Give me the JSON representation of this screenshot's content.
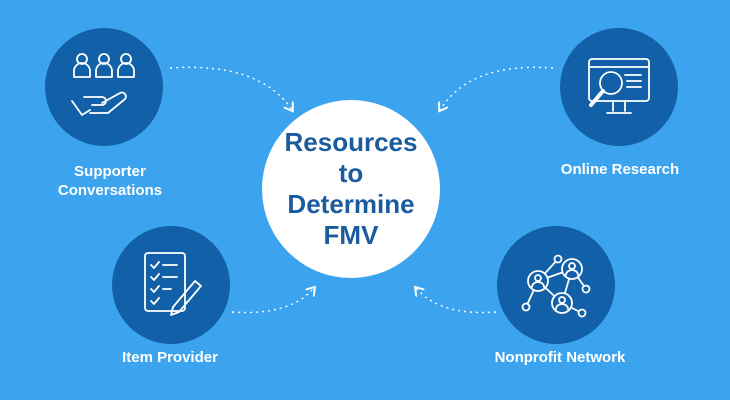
{
  "center": {
    "title_lines": [
      "Resources to",
      "Determine",
      "FMV"
    ]
  },
  "nodes": [
    {
      "label_lines": [
        "Supporter",
        "Conversations"
      ],
      "icon": "people-hand-icon"
    },
    {
      "label_lines": [
        "Online Research"
      ],
      "icon": "monitor-search-icon"
    },
    {
      "label_lines": [
        "Item Provider"
      ],
      "icon": "checklist-pen-icon"
    },
    {
      "label_lines": [
        "Nonprofit Network"
      ],
      "icon": "network-people-icon"
    }
  ],
  "colors": {
    "background": "#3ca4ef",
    "node_fill": "#1160a8",
    "center_fill": "#ffffff",
    "center_text": "#1b5c9e",
    "label_text": "#ffffff"
  }
}
